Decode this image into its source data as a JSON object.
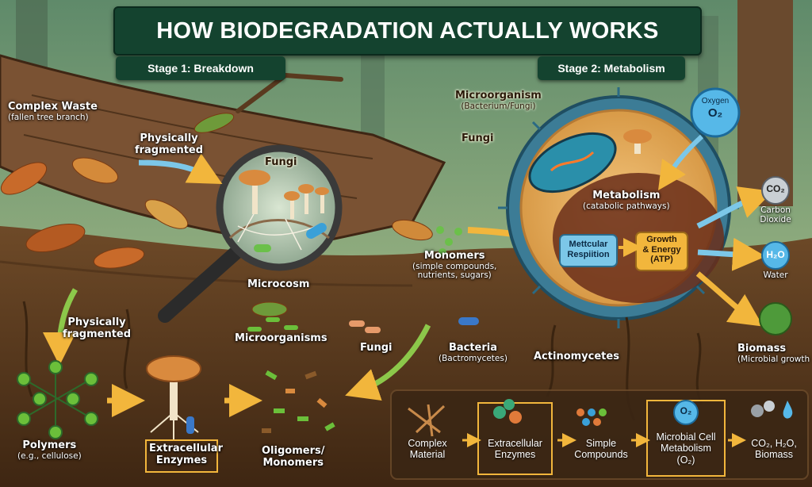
{
  "title": "HOW BIODEGRADATION ACTUALLY WORKS",
  "stage1": "Stage 1: Breakdown",
  "stage2": "Stage 2: Metabolism",
  "labels": {
    "complex_waste": {
      "title": "Complex Waste",
      "sub": "(fallen tree branch)"
    },
    "phys_frag_top": "Physically fragmented",
    "fungi_lens": "Fungi",
    "microcosm": "Microcosm",
    "phys_frag_low": "Physically fragmented",
    "microorganisms": "Microorganisms",
    "fungi_soil": "Fungi",
    "monomers": {
      "title": "Monomers",
      "sub1": "(simple compounds,",
      "sub2": "nutrients, sugars)"
    },
    "bacteria": {
      "title": "Bacteria",
      "sub": "(Bactromycetes)"
    },
    "actinomycetes": "Actinomycetes",
    "microorganism": {
      "title": "Microorganism",
      "sub": "(Bacterium/Fungi)"
    },
    "fungi_cell": "Fungi",
    "oxygen": {
      "title": "Oxygen",
      "symbol": "O₂"
    },
    "metabolism": {
      "title": "Metabolism",
      "sub": "(catabolic pathways)"
    },
    "respiration": {
      "line1": "Mettcular",
      "line2": "Respiition"
    },
    "growth": {
      "line1": "Growth",
      "line2": "& Energy",
      "line3": "(ATP)"
    },
    "co2": {
      "symbol": "CO₂",
      "line1": "Carbon",
      "line2": "Dioxide"
    },
    "h2o": {
      "symbol": "H₂O",
      "line1": "Water"
    },
    "biomass": {
      "title": "Biomass",
      "sub": "(Microbial growth"
    },
    "polymers": {
      "title": "Polymers",
      "sub": "(e.g., cellulose)"
    },
    "extracellular": {
      "line1": "Extracellular",
      "line2": "Enzymes"
    },
    "oligomers": {
      "line1": "Oligomers/",
      "line2": "Monomers"
    }
  },
  "summary": {
    "complex": {
      "line1": "Complex",
      "line2": "Material"
    },
    "enzymes": {
      "line1": "Extracellular",
      "line2": "Enzymes"
    },
    "simple": {
      "line1": "Simple",
      "line2": "Compounds"
    },
    "o2": "O₂",
    "cell": {
      "line1": "Microbial Cell",
      "line2": "Metabolism",
      "line3": "(O₂)"
    },
    "products": {
      "line1": "CO₂, H₂O,",
      "line2": "Biomass"
    }
  }
}
